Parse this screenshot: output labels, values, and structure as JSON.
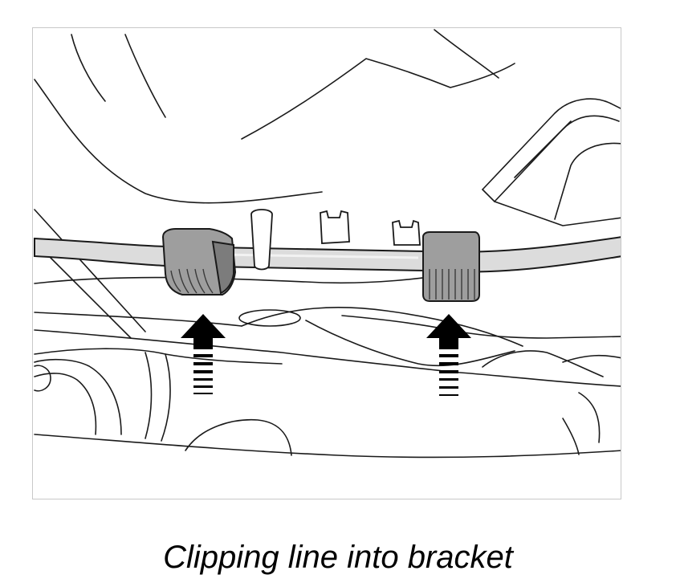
{
  "figure": {
    "caption": "Clipping line into bracket",
    "colors": {
      "line_art": "#1a1a1a",
      "clip_fill": "#9e9e9e",
      "clip_shadow": "#7c7c7c",
      "tube_fill": "#dcdcdc",
      "arrow": "#000000",
      "frame_border": "#c8c8c8"
    },
    "icons": [
      "push-up-arrow",
      "push-up-arrow"
    ]
  }
}
